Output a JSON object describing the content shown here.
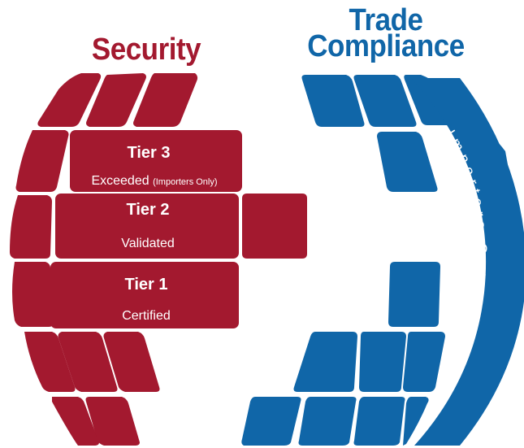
{
  "left_title": "Security",
  "right_title_line1": "Trade",
  "right_title_line2": "Compliance",
  "tiers": [
    {
      "name": "Tier 3",
      "status": "Exceeded",
      "note": "(Importers Only)"
    },
    {
      "name": "Tier 2",
      "status": "Validated",
      "note": ""
    },
    {
      "name": "Tier 1",
      "status": "Certified",
      "note": ""
    }
  ],
  "arc_label": "Importers Only",
  "colors": {
    "security": "#a3192f",
    "compliance": "#1066a8",
    "background": "#ffffff"
  }
}
